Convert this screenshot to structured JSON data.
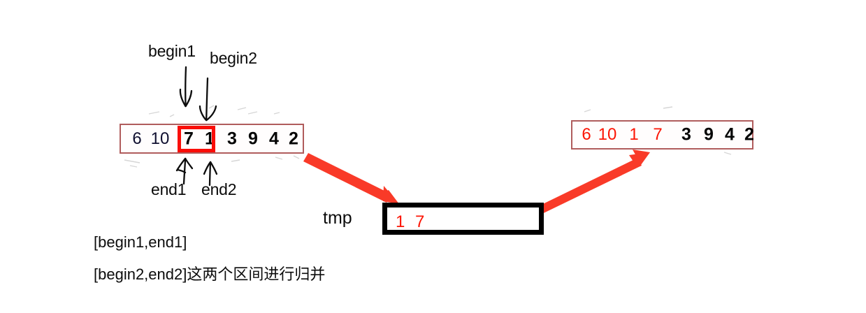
{
  "diagram": {
    "title": "merge-sort-merge-step",
    "colors": {
      "red_accent": "#fc1505",
      "red_arrow": "#f93a28",
      "array_border": "#b05c5c",
      "tmp_border": "#000000",
      "text": "#0c0c0c",
      "number_dark": "#101030"
    },
    "pointer_labels": {
      "begin1": "begin1",
      "begin2": "begin2",
      "end1": "end1",
      "end2": "end2"
    },
    "source_array": {
      "name": "source-array",
      "cells": [
        {
          "value": "6",
          "style": "plain"
        },
        {
          "value": "10",
          "style": "plain"
        },
        {
          "value": "7",
          "style": "bold"
        },
        {
          "value": "1",
          "style": "bold"
        },
        {
          "value": "3",
          "style": "bold"
        },
        {
          "value": "9",
          "style": "bold"
        },
        {
          "value": "4",
          "style": "bold"
        },
        {
          "value": "2",
          "style": "bold"
        }
      ],
      "highlight_range": "7 1"
    },
    "tmp_buffer": {
      "label": "tmp",
      "cells": [
        {
          "value": "1",
          "style": "red"
        },
        {
          "value": "7",
          "style": "red"
        }
      ]
    },
    "result_array": {
      "name": "result-array",
      "cells": [
        {
          "value": "6",
          "style": "red"
        },
        {
          "value": "10",
          "style": "red"
        },
        {
          "value": "1",
          "style": "red"
        },
        {
          "value": "7",
          "style": "red"
        },
        {
          "value": "3",
          "style": "bold"
        },
        {
          "value": "9",
          "style": "bold"
        },
        {
          "value": "4",
          "style": "bold"
        },
        {
          "value": "2",
          "style": "bold"
        }
      ]
    },
    "caption": {
      "line1": "[begin1,end1]",
      "line2": "[begin2,end2]这两个区间进行归并"
    },
    "icons": {
      "arrow_down_begin1": "arrow-down-icon",
      "arrow_down_begin2": "arrow-down-icon",
      "arrow_up_end1": "arrow-up-icon",
      "arrow_up_end2": "arrow-up-icon",
      "red_arrow_copy_to_tmp": "red-arrow-icon",
      "red_arrow_copy_back": "red-arrow-icon"
    }
  }
}
